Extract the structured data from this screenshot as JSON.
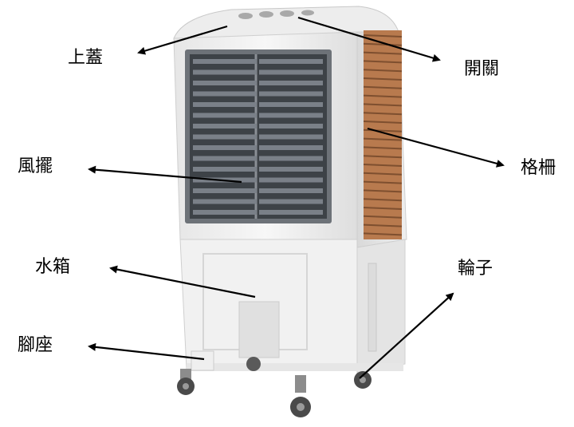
{
  "labels": {
    "top_cover": "上蓋",
    "switch": "開關",
    "louver": "風擺",
    "grille": "格柵",
    "water_tank": "水箱",
    "wheel": "輪子",
    "foot_base": "腳座"
  },
  "colors": {
    "arrow": "#000000",
    "body": "#f2f2f2",
    "body_shade": "#dcdcdc",
    "louver_frame": "#6d7278",
    "louver_slat": "#3d4247",
    "grille_wood": "#b87a4e",
    "wheel": "#4a4a4a"
  }
}
